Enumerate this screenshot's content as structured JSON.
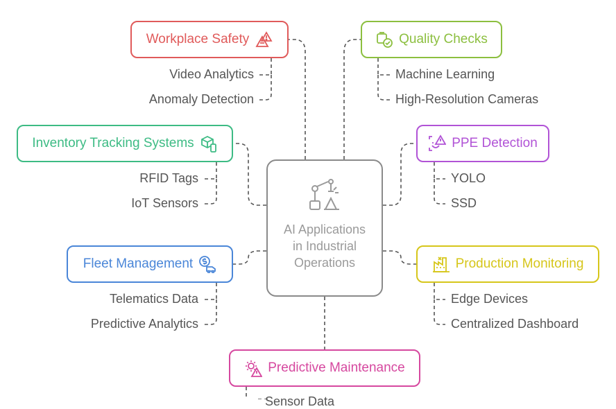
{
  "center": {
    "title": "AI Applications in Industrial Operations",
    "icon": "robot-arm-icon"
  },
  "colors": {
    "red": "#e05a5a",
    "lime": "#8cbf3f",
    "green": "#3dbb84",
    "purple": "#b153d6",
    "blue": "#4a86d8",
    "yellow": "#d6c61a",
    "pink": "#d6489f",
    "gray": "#8a8a8a",
    "text": "#555555"
  },
  "nodes": {
    "workplace_safety": {
      "label": "Workplace Safety",
      "icon": "warning-triangle-icon",
      "items": [
        "Video Analytics",
        "Anomaly Detection"
      ]
    },
    "quality_checks": {
      "label": "Quality Checks",
      "icon": "box-check-icon",
      "items": [
        "Machine Learning",
        "High-Resolution Cameras"
      ]
    },
    "inventory": {
      "label": "Inventory Tracking Systems",
      "icon": "cube-phone-icon",
      "items": [
        "RFID Tags",
        "IoT Sensors"
      ]
    },
    "ppe": {
      "label": "PPE Detection",
      "icon": "face-alert-icon",
      "items": [
        "YOLO",
        "SSD"
      ]
    },
    "fleet": {
      "label": "Fleet Management",
      "icon": "truck-dollar-icon",
      "items": [
        "Telematics Data",
        "Predictive Analytics"
      ]
    },
    "production": {
      "label": "Production Monitoring",
      "icon": "factory-icon",
      "items": [
        "Edge Devices",
        "Centralized Dashboard"
      ]
    },
    "maintenance": {
      "label": "Predictive Maintenance",
      "icon": "gear-alert-icon",
      "items": [
        "Sensor Data"
      ]
    }
  }
}
